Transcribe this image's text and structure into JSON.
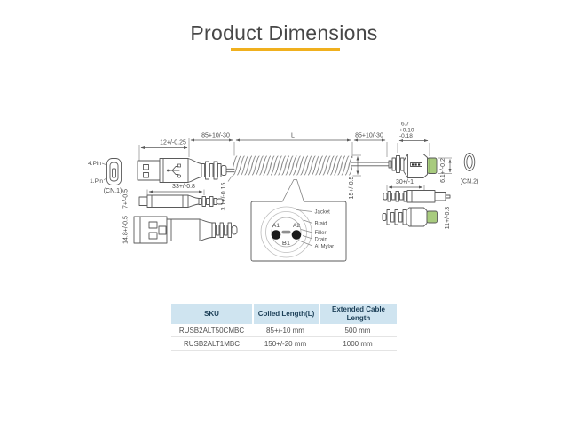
{
  "title": {
    "text": "Product Dimensions"
  },
  "colors": {
    "accent": "#f0b01e",
    "tip_green": "#a8cb7e",
    "table_header_bg": "#cfe4f0",
    "table_header_text": "#1c3f57"
  },
  "diagram": {
    "cn1": {
      "label": "(CN.1)",
      "pin_top": "4.Pin",
      "pin_bottom": "1.Pin"
    },
    "cn2": {
      "label": "(CN.2)"
    },
    "dims": {
      "usb_a_shell_length": "12+/-0.25",
      "left_lead_length": "85+10/-30",
      "coil_length": "L",
      "right_lead_length": "85+10/-30",
      "tip_length": "6.7",
      "tip_tol_plus": "+0.10",
      "tip_tol_minus": "-0.18",
      "usb_a_body_length": "33+/-0.8",
      "usb_a_height": "7+/-0.5",
      "usb_a_width": "14.8+/-0.5",
      "cable_diameter": "3.1+/-0.15",
      "coil_diameter": "15+/-0.5",
      "cn2_height": "6.1+/-0.2",
      "cn2_body_length": "30+/-1",
      "cn2_width": "11+/-0.3"
    },
    "cross_section": {
      "wire_a1": "A1",
      "wire_a2": "A2",
      "wire_b1": "B1",
      "layer_labels": [
        "Jacket",
        "Braid",
        "Filler",
        "Drain",
        "Al Mylar"
      ]
    }
  },
  "table": {
    "headers": [
      "SKU",
      "Coiled Length(L)",
      "Extended Cable Length"
    ],
    "rows": [
      {
        "sku": "RUSB2ALT50CMBC",
        "coiled": "85+/-10 mm",
        "extended": "500 mm"
      },
      {
        "sku": "RUSB2ALT1MBC",
        "coiled": "150+/-20 mm",
        "extended": "1000 mm"
      }
    ]
  }
}
